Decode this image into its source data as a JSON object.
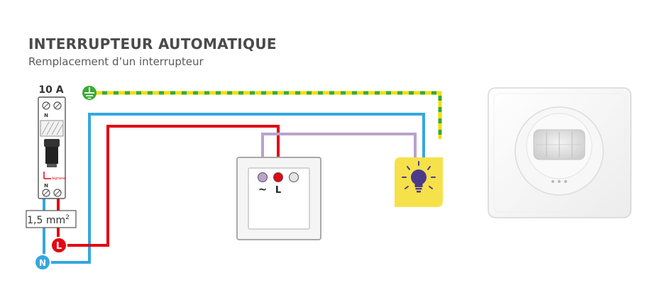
{
  "header": {
    "title": "INTERRUPTEUR AUTOMATIQUE",
    "subtitle": "Remplacement d’un interrupteur"
  },
  "breaker": {
    "rating": "10 A",
    "top_terminal_label": "N",
    "bottom_terminal_label": "N",
    "brand": "legrand"
  },
  "cable_label": {
    "text": "1,5 mm",
    "superscript": "2"
  },
  "terminals": {
    "line": "L",
    "neutral": "N"
  },
  "switch_module": {
    "line_label": "L",
    "lamp_symbol": "~"
  },
  "colors": {
    "earth_green": "#3aa935",
    "earth_yellow": "#f0e000",
    "neutral_blue": "#35a7e0",
    "line_red": "#e30613",
    "lamp_purple": "#b9a2cc",
    "lamp_box": "#f6e14b",
    "bulb": "#4b3a8c",
    "text_dark": "#4a4a4a"
  },
  "icons": {
    "earth": "earth-ground-icon",
    "bulb": "light-bulb-icon"
  }
}
